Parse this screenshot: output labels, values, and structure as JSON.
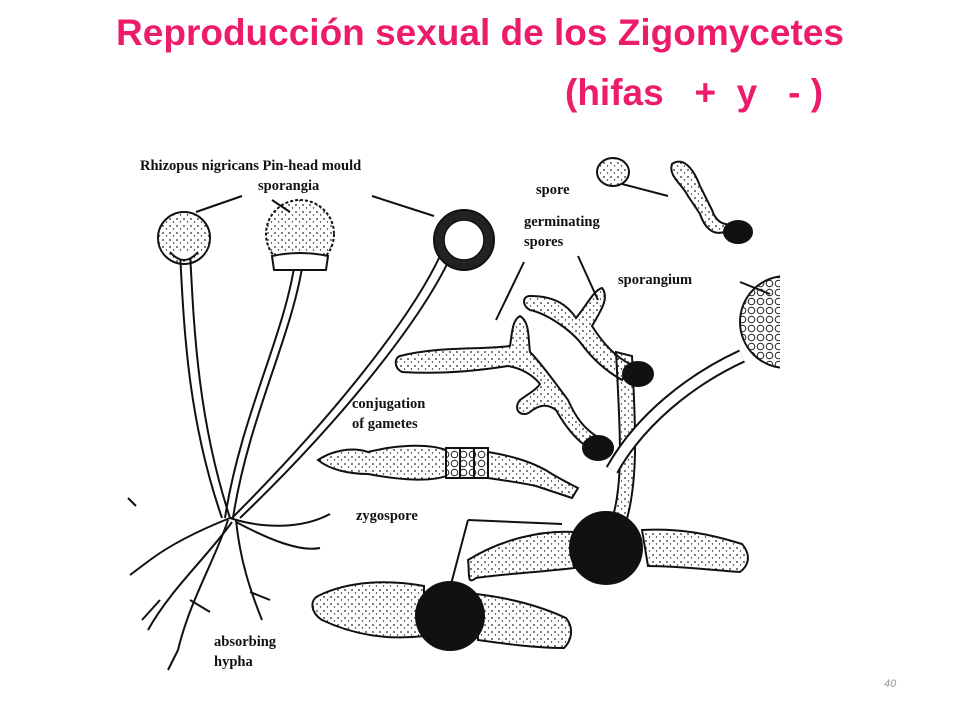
{
  "slide": {
    "title_line1": "Reproducción sexual de los Zigomycetes",
    "title_line2": "(hifas   +  y   - )",
    "title_color": "#ec1c6a",
    "page_number": "40"
  },
  "diagram": {
    "labels": {
      "rhizopus": "Rhizopus nigricans Pin-head mould",
      "sporangia": "sporangia",
      "spore": "spore",
      "germinating": "germinating",
      "spores": "spores",
      "sporangium": "sporangium",
      "conjugation": "conjugation",
      "of_gametes": "of gametes",
      "zygospore": "zygospore",
      "absorbing": "absorbing",
      "hypha": "hypha"
    }
  }
}
